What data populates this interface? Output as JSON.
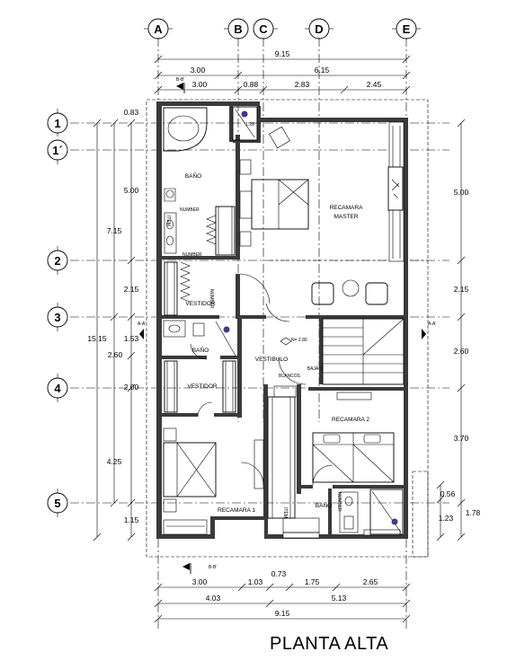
{
  "title": "PLANTA ALTA",
  "grid_columns": [
    "A",
    "B",
    "C",
    "D",
    "E"
  ],
  "grid_rows": [
    "1",
    "1´",
    "2",
    "3",
    "4",
    "5"
  ],
  "dimensions": {
    "top_total": "9.15",
    "top_row2": [
      "3.00",
      "6.15"
    ],
    "top_row3": [
      "3.00",
      "0.88",
      "2.83",
      "2.45"
    ],
    "left_outer": "15.15",
    "left_mid": [
      "7.15",
      "4.25"
    ],
    "left_inner": [
      "5.00",
      "2.15",
      "1.53",
      "2.60",
      "2.00",
      "1.15"
    ],
    "top_left_small": "0.83",
    "right": [
      "5.00",
      "2.15",
      "2.60",
      "3.70",
      "0.56",
      "1.23",
      "1.78"
    ],
    "bottom_row1": [
      "3.00",
      "1.03",
      "0.73",
      "1.75",
      "2.65"
    ],
    "bottom_row2": [
      "4.03",
      "5.13"
    ],
    "bottom_total": "9.15",
    "shower_top": "1.28"
  },
  "rooms": {
    "bano_master": "BAÑO",
    "recamara_master_1": "RECAMARA",
    "recamara_master_2": "MASTER",
    "vestidor_master": "VESTIDOR",
    "bano_1": "BAÑO",
    "vestidor_1": "VESTIDOR",
    "vestibulo": "VESTIBULO",
    "recamara_2": "RECAMARA 2",
    "recamara_1": "RECAMARA 1",
    "bano_2": "BAÑO"
  },
  "annotations": {
    "level": "N= 2.80",
    "blancos": "BLANCOS",
    "baja": "BAJA",
    "item": "ITEM",
    "number": "NUMBER",
    "section_aa": "A-A'",
    "section_bb": "B-B'"
  }
}
